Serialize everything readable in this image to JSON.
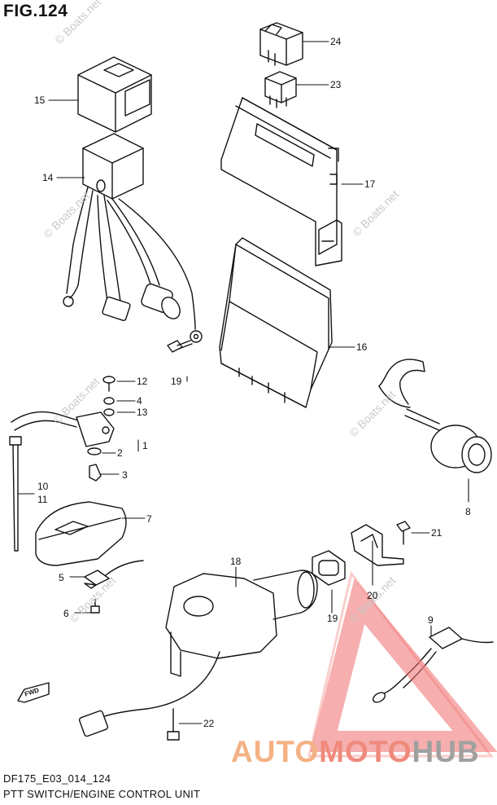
{
  "figure": {
    "title": "FIG.124"
  },
  "footer": {
    "code": "DF175_E03_014_124",
    "caption": "PTT SWITCH/ENGINE CONTROL UNIT"
  },
  "watermark": {
    "text": "© Boats.net"
  },
  "brand": {
    "part1": "AUTO",
    "part2": "MOTO",
    "part3": "HUB",
    "colors": [
      "#f4b183",
      "#ef8a7c",
      "#a0a0a0"
    ]
  },
  "front_mark": "FWD",
  "callouts": [
    {
      "label": "1"
    },
    {
      "label": "2"
    },
    {
      "label": "3"
    },
    {
      "label": "4"
    },
    {
      "label": "5"
    },
    {
      "label": "6"
    },
    {
      "label": "7"
    },
    {
      "label": "8"
    },
    {
      "label": "9"
    },
    {
      "label": "10"
    },
    {
      "label": "11"
    },
    {
      "label": "12"
    },
    {
      "label": "13"
    },
    {
      "label": "14"
    },
    {
      "label": "15"
    },
    {
      "label": "16"
    },
    {
      "label": "17"
    },
    {
      "label": "18"
    },
    {
      "label": "19"
    },
    {
      "label": "19"
    },
    {
      "label": "20"
    },
    {
      "label": "21"
    },
    {
      "label": "22"
    },
    {
      "label": "23"
    },
    {
      "label": "24"
    }
  ]
}
